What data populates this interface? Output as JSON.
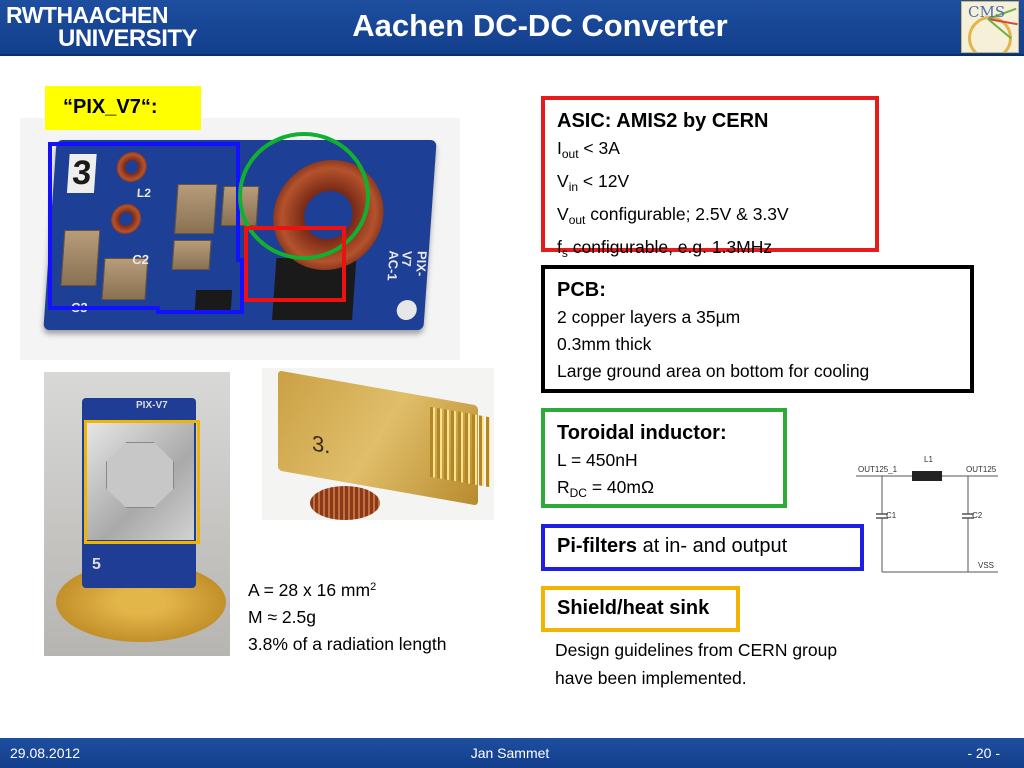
{
  "header": {
    "logo_line1": "RWTHAACHEN",
    "logo_line2": "UNIVERSITY",
    "title": "Aachen DC-DC Converter",
    "cms_logo_text": "CMS"
  },
  "label": {
    "text": "“PIX_V7“:"
  },
  "photo_main": {
    "silkscreen_3": "3",
    "silkscreen_c3": "C3",
    "silkscreen_c2": "C2",
    "silkscreen_l2": "L2",
    "silkscreen_pixv7": "PIX-V7",
    "silkscreen_ac1": "AC-1"
  },
  "photo_coin": {
    "silkscreen": "PIX-V7",
    "digit": "5"
  },
  "photo_back": {
    "digit": "3."
  },
  "specs": {
    "area_prefix": "A = 28 x 16 mm",
    "area_exp": "2",
    "mass_prefix": "M ",
    "mass_approx": "≈",
    "mass_value": " 2.5g",
    "radiation": "3.8% of a radiation length"
  },
  "asic": {
    "title": "ASIC: AMIS2 by CERN",
    "iout_sym": "I",
    "iout_sub": "out",
    "iout_val": " < 3A",
    "vin_sym": "V",
    "vin_sub": "in",
    "vin_val": " < 12V",
    "vout_sym": "V",
    "vout_sub": "out",
    "vout_val": " configurable; 2.5V & 3.3V",
    "fs_sym": "f",
    "fs_sub": "s",
    "fs_val": " configurable, e.g. 1.3MHz"
  },
  "pcb": {
    "title": "PCB:",
    "line1": "2 copper layers a 35µm",
    "line2": "0.3mm thick",
    "line3": "Large ground area on bottom for cooling"
  },
  "inductor": {
    "title": "Toroidal inductor:",
    "l_val": "L = 450nH",
    "r_sym": "R",
    "r_sub": "DC",
    "r_val": " = 40mΩ"
  },
  "pifilter": {
    "bold": "Pi-filters",
    "rest": " at in- and output"
  },
  "shield": {
    "title": "Shield/heat sink"
  },
  "note": {
    "line1": "Design guidelines from CERN group",
    "line2": "have been implemented."
  },
  "schematic": {
    "out_left": "OUT125_1",
    "l1": "L1",
    "out_right": "OUT125",
    "c1": "C1",
    "c2": "C2",
    "vss": "VSS"
  },
  "footer": {
    "date": "29.08.2012",
    "author": "Jan Sammet",
    "page": "- 20 -"
  },
  "colors": {
    "header_blue": "#1e4e9f",
    "asic_red": "#e61b1b",
    "inductor_green": "#2dab36",
    "filter_blue": "#1e1ee6",
    "shield_orange": "#f2b400",
    "label_yellow": "#ffff00"
  }
}
